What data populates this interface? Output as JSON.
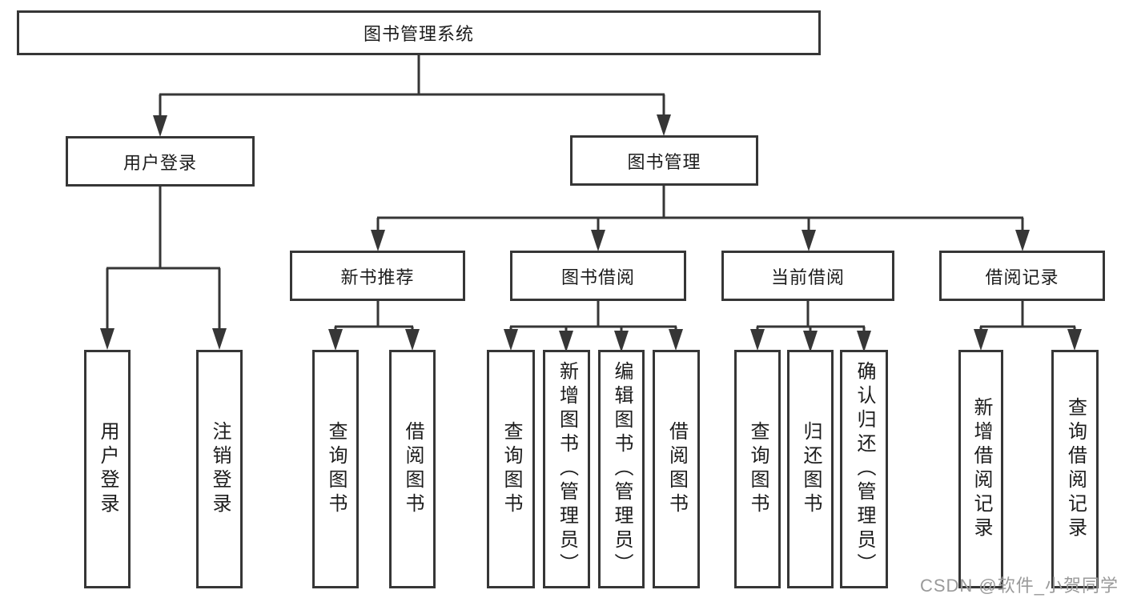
{
  "diagram": {
    "watermark": "CSDN @软件_小贺同学",
    "colors": {
      "line": "#363636",
      "text": "#1c1c1c",
      "watermark": "#9a9a9a",
      "background": "#ffffff"
    },
    "root": {
      "label": "图书管理系统",
      "children": [
        {
          "label": "用户登录",
          "children": [
            {
              "label": "用户登录"
            },
            {
              "label": "注销登录"
            }
          ]
        },
        {
          "label": "图书管理",
          "children": [
            {
              "label": "新书推荐",
              "children": [
                {
                  "label": "查询图书"
                },
                {
                  "label": "借阅图书"
                }
              ]
            },
            {
              "label": "图书借阅",
              "children": [
                {
                  "label": "查询图书"
                },
                {
                  "label": "新增图书（管理员）"
                },
                {
                  "label": "编辑图书（管理员）"
                },
                {
                  "label": "借阅图书"
                }
              ]
            },
            {
              "label": "当前借阅",
              "children": [
                {
                  "label": "查询图书"
                },
                {
                  "label": "归还图书"
                },
                {
                  "label": "确认归还（管理员）"
                }
              ]
            },
            {
              "label": "借阅记录",
              "children": [
                {
                  "label": "新增借阅记录"
                },
                {
                  "label": "查询借阅记录"
                }
              ]
            }
          ]
        }
      ]
    }
  }
}
